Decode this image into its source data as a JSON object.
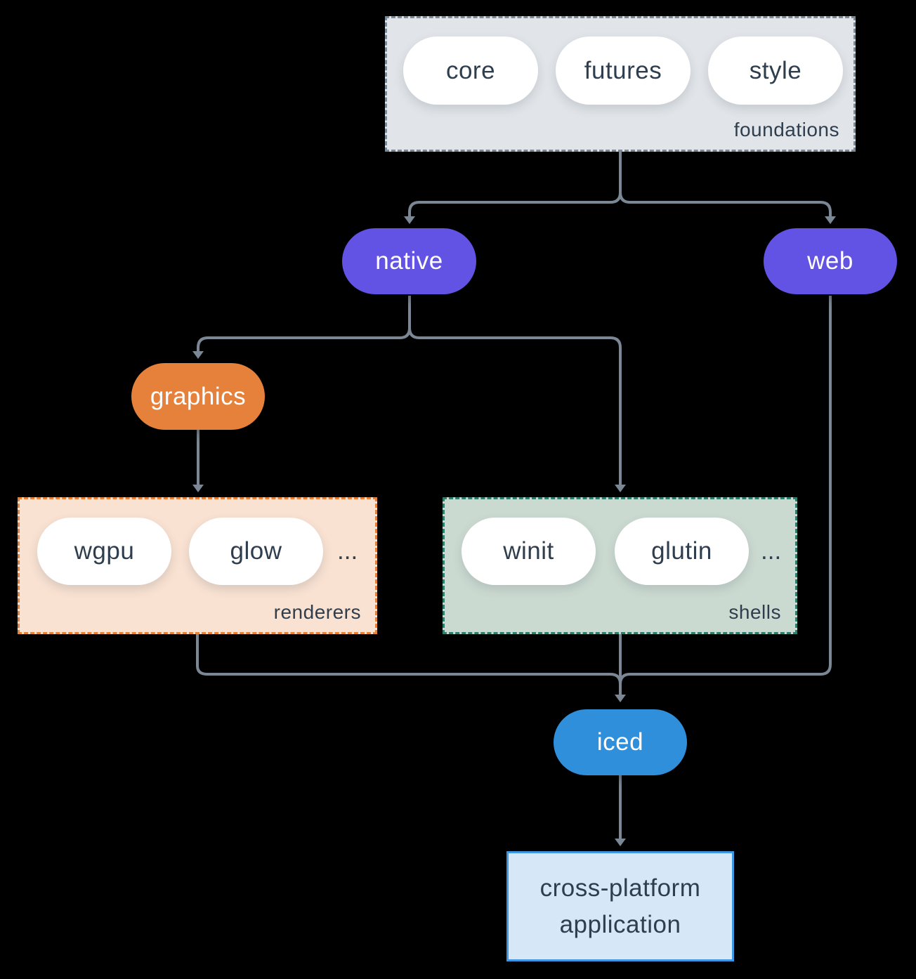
{
  "background": "#000000",
  "connector_color": "#7b8794",
  "text_color": "#2e3e4e",
  "groups": {
    "foundations": {
      "label": "foundations",
      "fill": "#e1e5e9",
      "border_color": "#7b8a99",
      "items": [
        "core",
        "futures",
        "style"
      ]
    },
    "renderers": {
      "label": "renderers",
      "fill": "#f9e2d2",
      "border_color": "#e6813a",
      "items": [
        "wgpu",
        "glow"
      ],
      "ellipsis": "..."
    },
    "shells": {
      "label": "shells",
      "fill": "#cbdad1",
      "border_color": "#2f7d6d",
      "items": [
        "winit",
        "glutin"
      ],
      "ellipsis": "..."
    }
  },
  "nodes": {
    "native": {
      "label": "native",
      "fill": "#6353e4"
    },
    "web": {
      "label": "web",
      "fill": "#6353e4"
    },
    "graphics": {
      "label": "graphics",
      "fill": "#e5813a"
    },
    "iced": {
      "label": "iced",
      "fill": "#2f8fdb"
    },
    "application": {
      "label_line1": "cross-platform",
      "label_line2": "application",
      "fill": "#d6e7f8",
      "border_color": "#3c96e1"
    }
  }
}
